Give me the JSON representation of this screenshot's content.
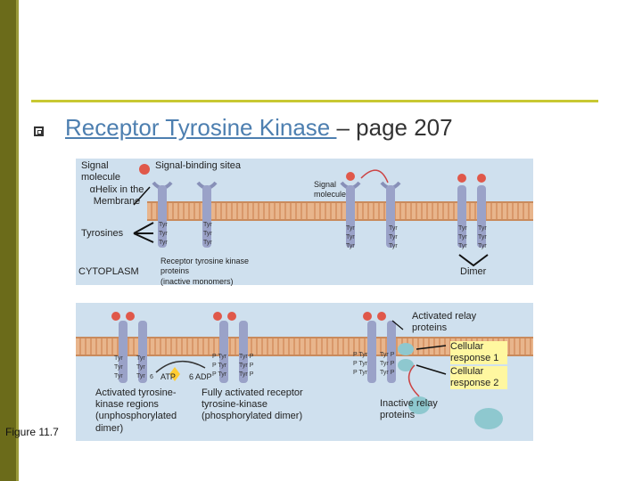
{
  "slide": {
    "title_link": "Receptor Tyrosine Kinase ",
    "title_rest": "– page 207",
    "figure_label": "Figure 11.7"
  },
  "top_left_labels": {
    "signal_molecule": "Signal molecule",
    "alpha_helix": "αHelix in the Membrane",
    "signal_binding_site": "Signal-binding sitea",
    "tyrosines": "Tyrosines",
    "cytoplasm": "CYTOPLASM",
    "receptor_tk": "Receptor tyrosine kinase proteins",
    "inactive_monomers": "(inactive monomers)"
  },
  "top_right_labels": {
    "signal_molecule": "Signal molecule",
    "dimer": "Dimer"
  },
  "bottom_left_labels": {
    "atp": "ATP",
    "six": "6",
    "adp": "6 ADP",
    "activated_regions": "Activated tyrosine-kinase regions (unphosphorylated dimer)",
    "fully_activated": "Fully activated receptor tyrosine-kinase (phosphorylated dimer)"
  },
  "bottom_right_labels": {
    "activated_relay": "Activated relay proteins",
    "cellular_response_1": "Cellular response 1",
    "cellular_response_2": "Cellular response 2",
    "inactive_relay": "Inactive relay proteins"
  },
  "glyphs": {
    "tyr": "Tyr",
    "p": "P"
  },
  "colors": {
    "panel": "#cfe0ee",
    "membrane": "#e0a77a",
    "receptor": "#9aa2c8",
    "signal": "#e0584a",
    "relay": "#8ec8cf",
    "highlight": "#fff7a0",
    "accent_bar": "#6b6b1a"
  }
}
